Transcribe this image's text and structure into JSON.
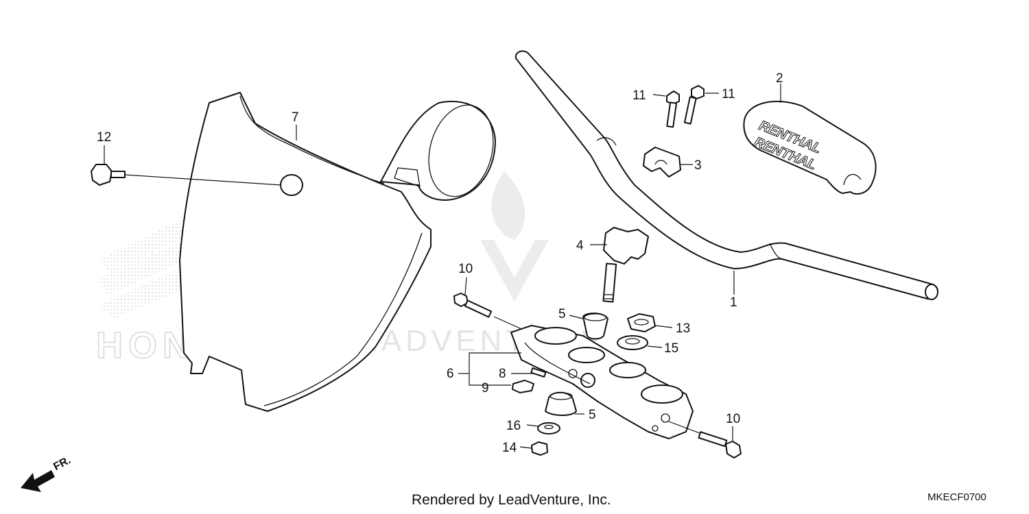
{
  "callouts": [
    {
      "id": "c1",
      "text": "1"
    },
    {
      "id": "c2",
      "text": "2"
    },
    {
      "id": "c3",
      "text": "3"
    },
    {
      "id": "c4",
      "text": "4"
    },
    {
      "id": "c5a",
      "text": "5"
    },
    {
      "id": "c5b",
      "text": "5"
    },
    {
      "id": "c6",
      "text": "6"
    },
    {
      "id": "c7",
      "text": "7"
    },
    {
      "id": "c8",
      "text": "8"
    },
    {
      "id": "c9",
      "text": "9"
    },
    {
      "id": "c10a",
      "text": "10"
    },
    {
      "id": "c10b",
      "text": "10"
    },
    {
      "id": "c11a",
      "text": "11"
    },
    {
      "id": "c11b",
      "text": "11"
    },
    {
      "id": "c12",
      "text": "12"
    },
    {
      "id": "c13",
      "text": "13"
    },
    {
      "id": "c14",
      "text": "14"
    },
    {
      "id": "c15",
      "text": "15"
    },
    {
      "id": "c16",
      "text": "16"
    }
  ],
  "pad_brand": "RENTHAL",
  "watermark": "HONDA",
  "watermark_right": "LEADVENTURE",
  "direction_label": "FR.",
  "footer": {
    "credit": "Rendered by LeadVenture, Inc.",
    "code": "MKECF0700"
  },
  "colors": {
    "line": "#111111",
    "watermark": "#d9d9d9",
    "background": "#ffffff"
  }
}
